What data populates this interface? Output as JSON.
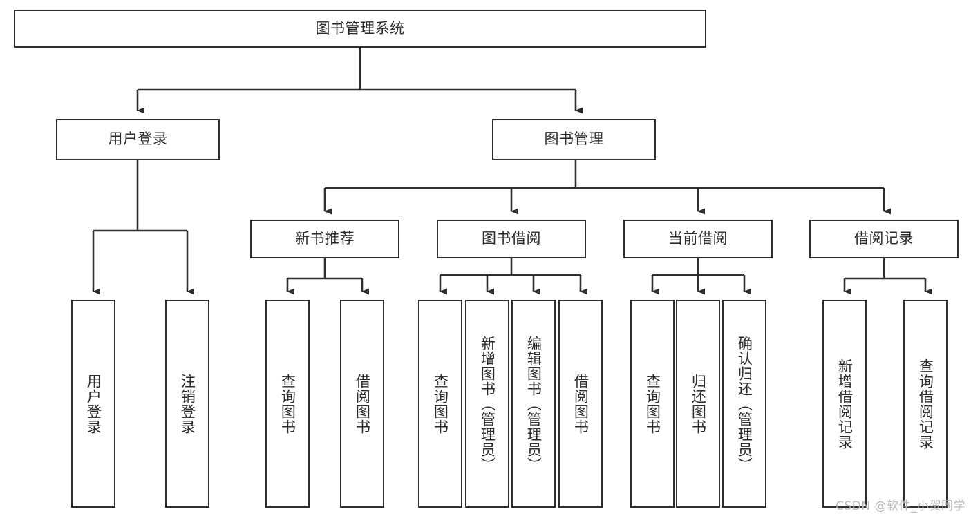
{
  "diagram": {
    "title": "图书管理系统",
    "type": "tree-hierarchy-diagram",
    "watermark": "CSDN @软件_小贺同学",
    "colors": {
      "background": "#ffffff",
      "box_border": "#2f2f2f",
      "text": "#2b2b2b",
      "connector": "#2f2f2f",
      "watermark": "#b9b9b9"
    },
    "root": {
      "label": "图书管理系统"
    },
    "level1": [
      {
        "label": "用户登录"
      },
      {
        "label": "图书管理"
      }
    ],
    "level2": [
      {
        "label": "新书推荐"
      },
      {
        "label": "图书借阅"
      },
      {
        "label": "当前借阅"
      },
      {
        "label": "借阅记录"
      }
    ],
    "leaves": {
      "user_login": [
        {
          "label": "用户登录"
        },
        {
          "label": "注销登录"
        }
      ],
      "new_book_recommend": [
        {
          "label": "查询图书"
        },
        {
          "label": "借阅图书"
        }
      ],
      "book_borrow": [
        {
          "label": "查询图书"
        },
        {
          "label": "新增图书（管理员）"
        },
        {
          "label": "编辑图书（管理员）"
        },
        {
          "label": "借阅图书"
        }
      ],
      "current_borrow": [
        {
          "label": "查询图书"
        },
        {
          "label": "归还图书"
        },
        {
          "label": "确认归还（管理员）"
        }
      ],
      "borrow_record": [
        {
          "label": "新增借阅记录"
        },
        {
          "label": "查询借阅记录"
        }
      ]
    }
  }
}
